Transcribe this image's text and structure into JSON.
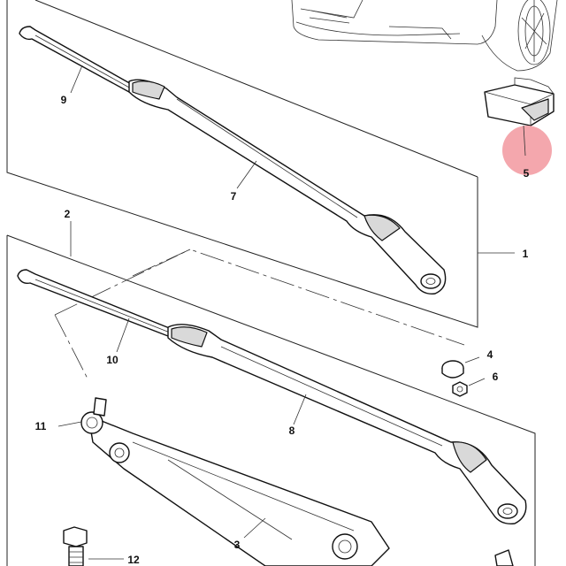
{
  "diagram": {
    "callouts": {
      "c1": "1",
      "c2": "2",
      "c3": "3",
      "c4": "4",
      "c5": "5",
      "c6": "6",
      "c7": "7",
      "c8": "8",
      "c9": "9",
      "c10": "10",
      "c11": "11",
      "c12": "12"
    },
    "highlight_color": "#f4a7ad"
  }
}
